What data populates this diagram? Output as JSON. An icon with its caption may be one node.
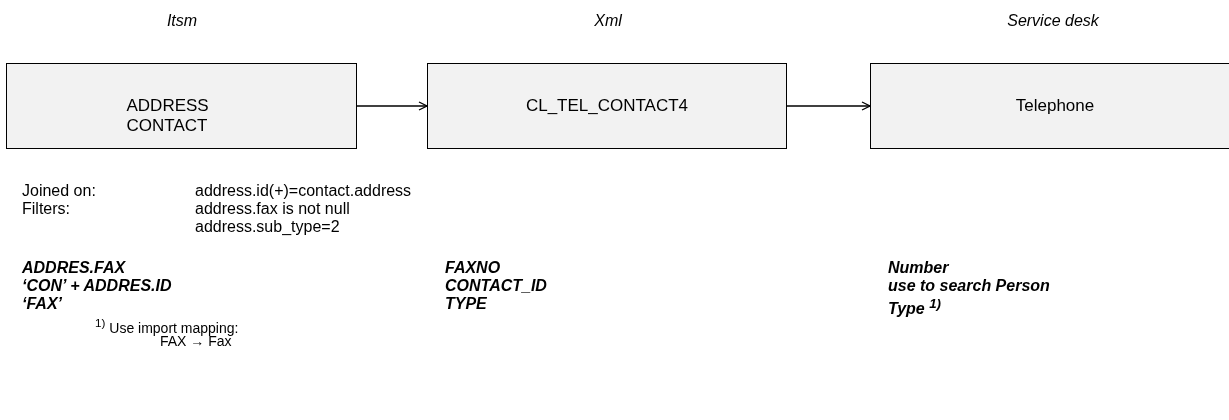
{
  "diagram": {
    "nodes": [
      {
        "text": [
          "ADDRESS CONTACT"
        ]
      },
      {
        "text": [
          "CL_TEL_CONTACT4"
        ]
      },
      {
        "text": [
          "Telephone"
        ]
      }
    ],
    "edges": [
      {
        "from": 0,
        "to": 1,
        "arrow": "to"
      },
      {
        "from": 1,
        "to": 2,
        "arrow": "to"
      }
    ],
    "labels": [
      "Itsm",
      "Xml",
      "Service desk",
      "Joined on:",
      "address.id(+)=contact.address",
      "Filters:",
      "address.fax is not null",
      "address.sub_type=2",
      "ADDRES.FAX",
      "FAXNO",
      "Number",
      "‘CON’ + ADDRES.ID",
      "CONTACT_ID",
      "use to search Person",
      "‘FAX’",
      "TYPE",
      "Type $^{1)}$",
      "$^{1)}$ Use import mapping:",
      "FAX → Fax"
    ]
  }
}
